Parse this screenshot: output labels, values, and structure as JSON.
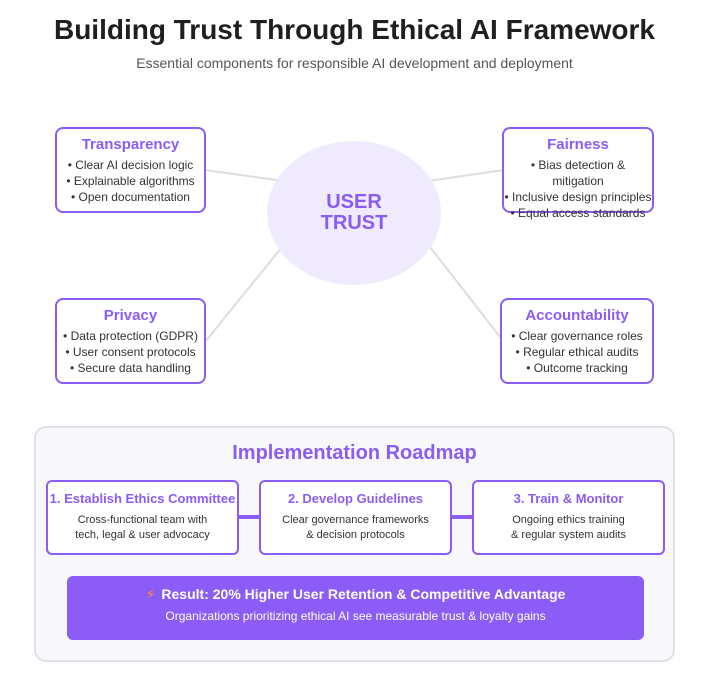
{
  "header": {
    "title": "Building Trust Through Ethical AI Framework",
    "subtitle": "Essential components for responsible AI development and deployment"
  },
  "center": {
    "line1": "USER",
    "line2": "TRUST"
  },
  "pillars": {
    "transparency": {
      "title": "Transparency",
      "items": [
        "• Clear AI decision logic",
        "• Explainable algorithms",
        "• Open documentation"
      ]
    },
    "fairness": {
      "title": "Fairness",
      "items": [
        "• Bias detection & mitigation",
        "• Inclusive design principles",
        "• Equal access standards"
      ]
    },
    "privacy": {
      "title": "Privacy",
      "items": [
        "• Data protection (GDPR)",
        "• User consent protocols",
        "• Secure data handling"
      ]
    },
    "accountability": {
      "title": "Accountability",
      "items": [
        "• Clear governance roles",
        "• Regular ethical audits",
        "• Outcome tracking"
      ]
    }
  },
  "roadmap": {
    "title": "Implementation Roadmap",
    "steps": [
      {
        "title": "1. Establish Ethics Committee",
        "line1": "Cross-functional team with",
        "line2": "tech, legal & user advocacy"
      },
      {
        "title": "2. Develop Guidelines",
        "line1": "Clear governance frameworks",
        "line2": "& decision protocols"
      },
      {
        "title": "3. Train & Monitor",
        "line1": "Ongoing ethics training",
        "line2": "& regular system audits"
      }
    ],
    "result": {
      "icon": "lightning-icon",
      "title": "Result: 20% Higher User Retention & Competitive Advantage",
      "description": "Organizations prioritizing ethical AI see measurable trust & loyalty gains"
    }
  },
  "colors": {
    "accent": "#8b5cf6",
    "circle_fill": "#efeafd",
    "connector_line": "#dddddd",
    "roadmap_background": "#f8f8fb"
  }
}
